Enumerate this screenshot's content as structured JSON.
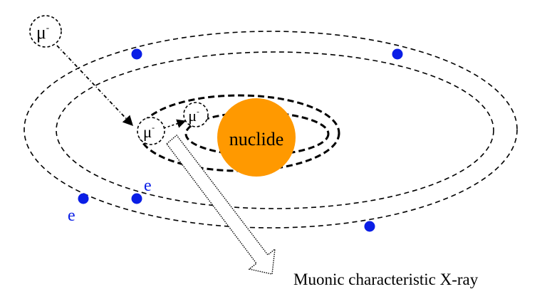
{
  "nucleus": {
    "label": "nuclide",
    "color": "#ff9900"
  },
  "electron": {
    "color": "#0a1ee6",
    "label_color": "#0a1ee6",
    "labels": [
      "e",
      "e"
    ]
  },
  "muon": {
    "symbol": "μ",
    "charge": "-"
  },
  "xray": {
    "label": "Muonic characteristic X-ray"
  },
  "colors": {
    "line": "#000000",
    "background": "#ffffff"
  }
}
